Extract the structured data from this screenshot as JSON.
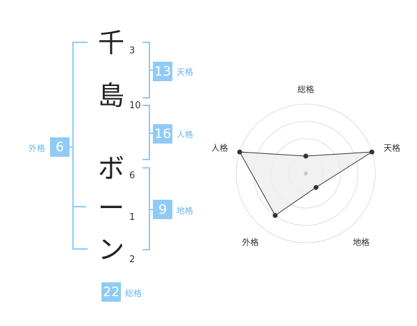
{
  "name": {
    "chars": [
      {
        "char": "千",
        "strokes": "3"
      },
      {
        "char": "島",
        "strokes": "10"
      },
      {
        "char": "ボ",
        "strokes": "6"
      },
      {
        "char": "ー",
        "strokes": "1"
      },
      {
        "char": "ン",
        "strokes": "2"
      }
    ]
  },
  "fortune": {
    "tenkaku": {
      "value": "13",
      "label": "天格"
    },
    "jinkaku": {
      "value": "16",
      "label": "人格"
    },
    "chikaku": {
      "value": "9",
      "label": "地格"
    },
    "gaikaku": {
      "value": "6",
      "label": "外格"
    },
    "soukaku": {
      "value": "22",
      "label": "総格"
    }
  },
  "radar": {
    "labels": [
      "総格",
      "天格",
      "地格",
      "外格",
      "人格"
    ],
    "values": [
      1,
      4,
      1,
      3,
      4
    ],
    "max": 4,
    "line_color": "#333333",
    "fill_color": "#eeeeee",
    "ring_color": "#dddddd"
  },
  "colors": {
    "accent": "#8fcbf5",
    "accent_text": "#6ab7ea"
  }
}
